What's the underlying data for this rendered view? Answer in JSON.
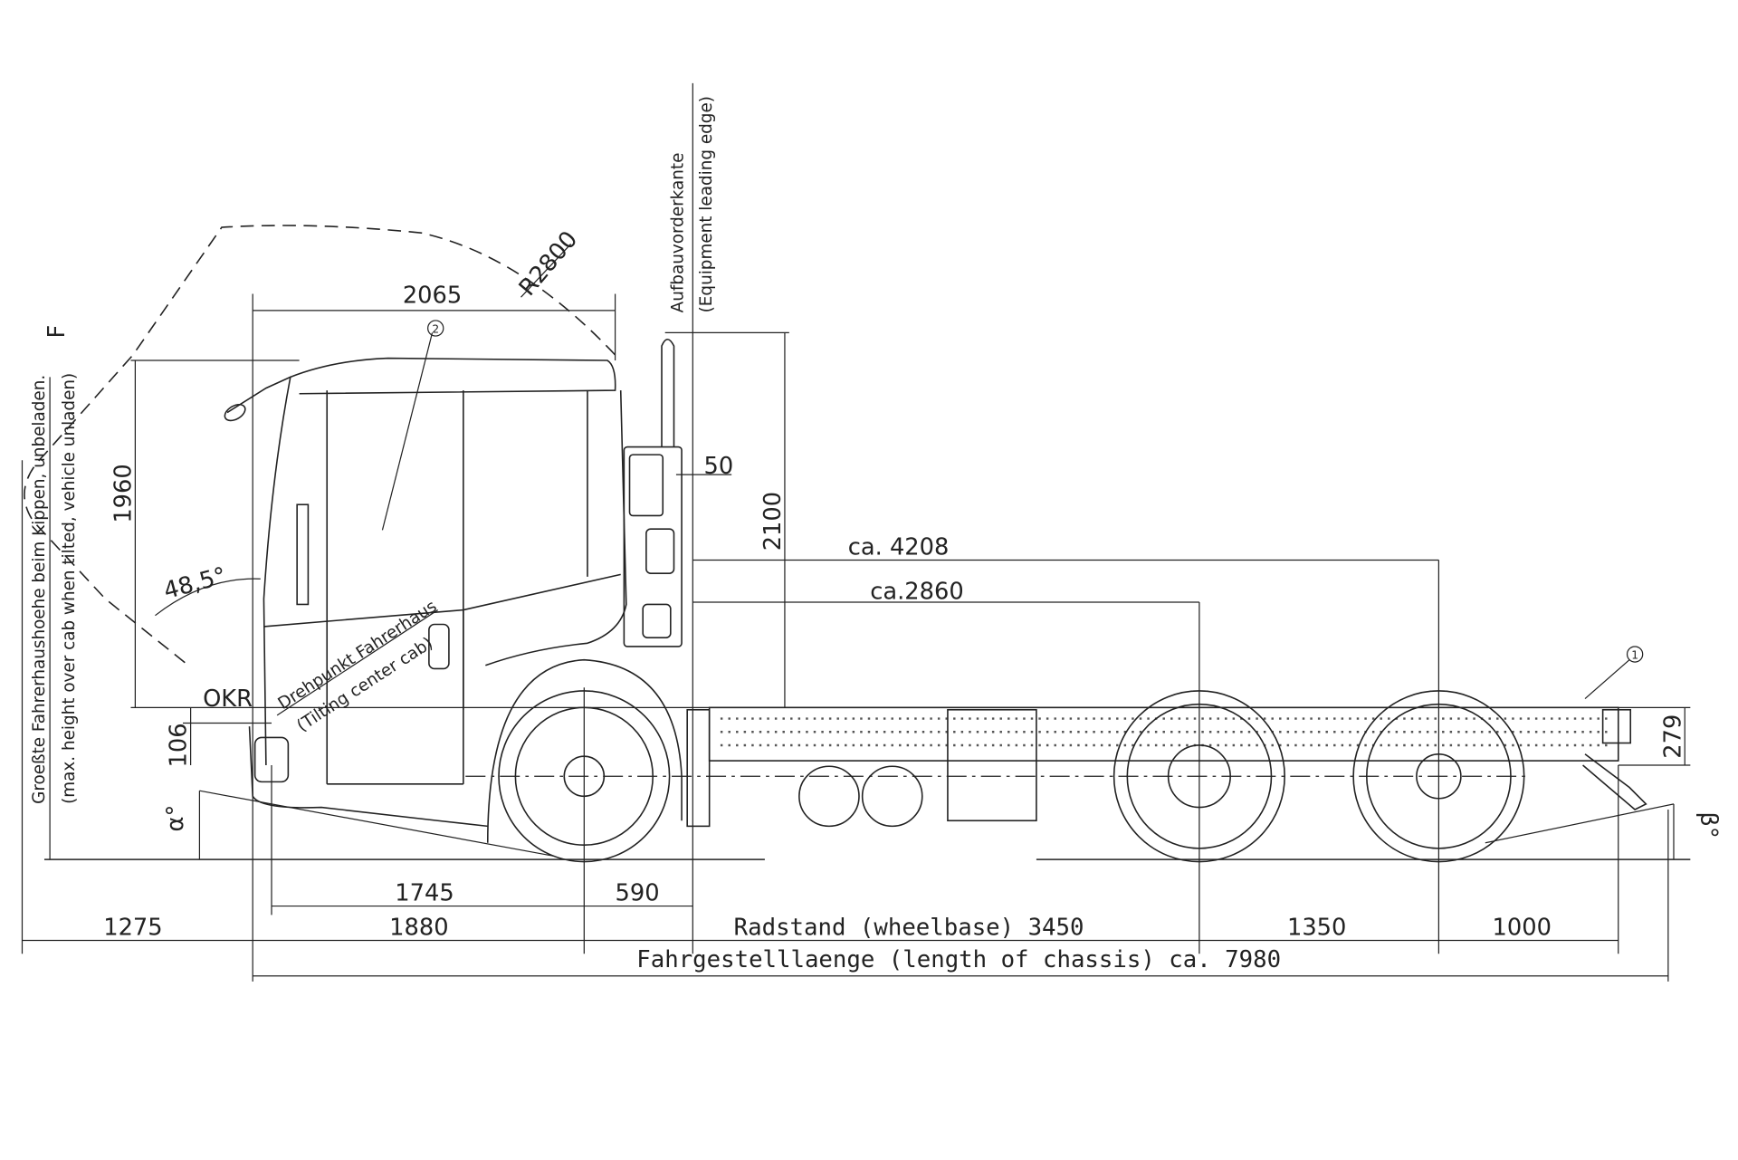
{
  "labels": {
    "max_height_de": "Groeßte Fahrerhaushoehe beim Kippen, unbeladen.",
    "max_height_en": "(max. height over cab when tilted, vehicle unladen)",
    "max_height_symbol": "F",
    "equipment_de": "Aufbauvorderkante",
    "equipment_en": "(Equipment leading edge)",
    "tilt_center_de": "Drehpunkt Fahrerhaus",
    "tilt_center_en": "(Tilting center cab)",
    "radius": "R2800",
    "angle": "48,5°",
    "okr": "OKR",
    "alpha": "α°",
    "beta": "β°",
    "callout_1": "1",
    "callout_2": "2"
  },
  "dimensions": {
    "cab_length": "2065",
    "cab_height": "1960",
    "exhaust_height": "2100",
    "exhaust_offset": "50",
    "dist_rear_axle": "ca. 4208",
    "dist_mid_axle": "ca.2860",
    "frame_height": "279",
    "frame_offset": "106",
    "front_to_axle": "1745",
    "axle_to_equipment": "590",
    "overhang_front": "1275",
    "front_overhang_chassis": "1880",
    "wheelbase": "Radstand (wheelbase) 3450",
    "tandem_spacing": "1350",
    "rear_overhang": "1000",
    "chassis_length": "Fahrgestelllaenge (length of chassis) ca. 7980"
  }
}
